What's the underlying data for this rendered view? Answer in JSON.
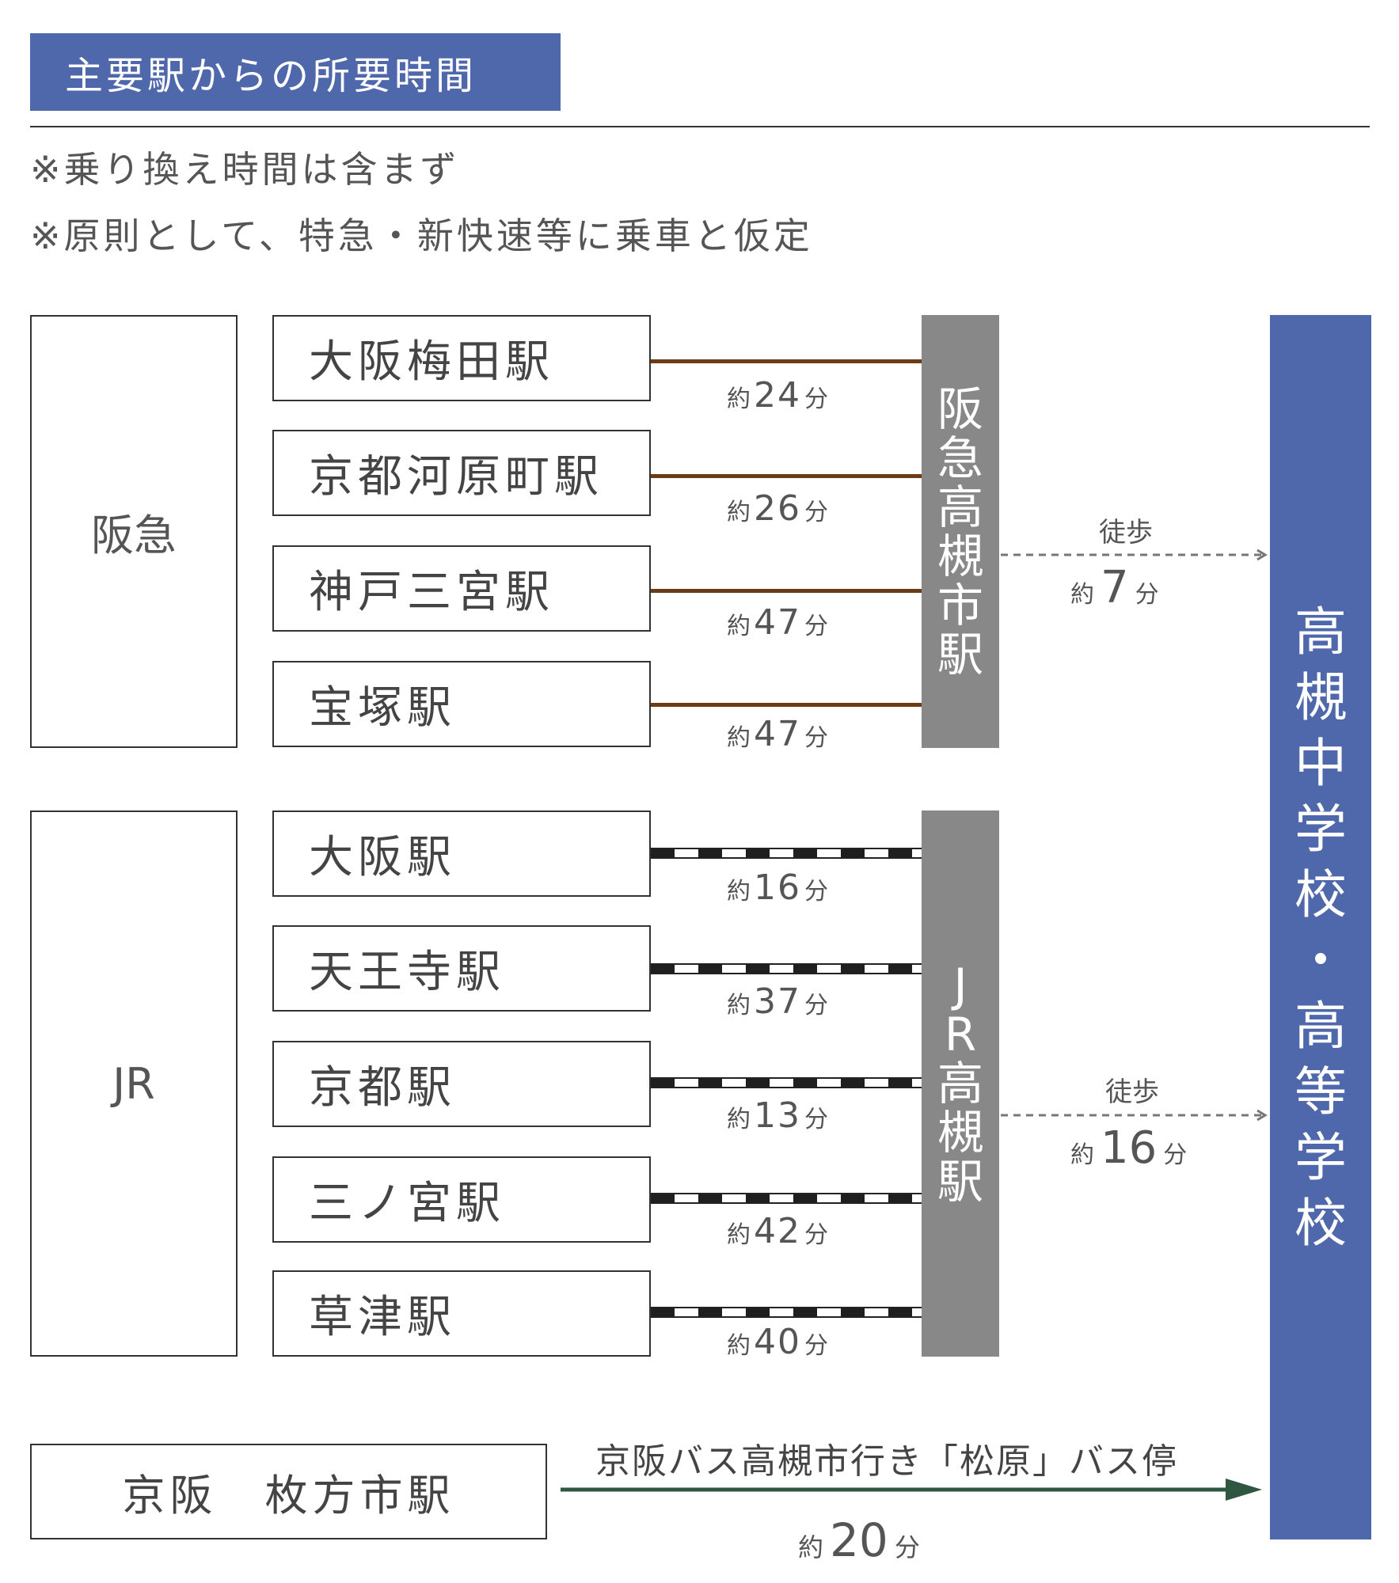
{
  "header": {
    "title": "主要駅からの所要時間"
  },
  "notes": [
    "※乗り換え時間は含まず",
    "※原則として、特急・新快速等に乗車と仮定"
  ],
  "hankyu": {
    "group_label": "阪急",
    "hub": "阪急高槻市駅",
    "stations": [
      {
        "name": "大阪梅田駅",
        "time_prefix": "約",
        "minutes": "24",
        "unit": "分"
      },
      {
        "name": "京都河原町駅",
        "time_prefix": "約",
        "minutes": "26",
        "unit": "分"
      },
      {
        "name": "神戸三宮駅",
        "time_prefix": "約",
        "minutes": "47",
        "unit": "分"
      },
      {
        "name": "宝塚駅",
        "time_prefix": "約",
        "minutes": "47",
        "unit": "分"
      }
    ],
    "walk": {
      "label": "徒歩",
      "time_prefix": "約",
      "minutes": "7",
      "unit": "分"
    }
  },
  "jr": {
    "group_label": "JR",
    "hub": "JR高槻駅",
    "stations": [
      {
        "name": "大阪駅",
        "time_prefix": "約",
        "minutes": "16",
        "unit": "分"
      },
      {
        "name": "天王寺駅",
        "time_prefix": "約",
        "minutes": "37",
        "unit": "分"
      },
      {
        "name": "京都駅",
        "time_prefix": "約",
        "minutes": "13",
        "unit": "分"
      },
      {
        "name": "三ノ宮駅",
        "time_prefix": "約",
        "minutes": "42",
        "unit": "分"
      },
      {
        "name": "草津駅",
        "time_prefix": "約",
        "minutes": "40",
        "unit": "分"
      }
    ],
    "walk": {
      "label": "徒歩",
      "time_prefix": "約",
      "minutes": "16",
      "unit": "分"
    }
  },
  "keihan": {
    "station": "京阪　枚方市駅",
    "bus_label": "京阪バス高槻市行き「松原」バス停",
    "time_prefix": "約",
    "minutes": "20",
    "unit": "分"
  },
  "school": {
    "name": "高槻中学校・高等学校"
  },
  "colors": {
    "accent": "#4f67ab",
    "hub": "#888888",
    "hankyu_line": "#6b3d17",
    "bus_arrow": "#2e5640"
  }
}
